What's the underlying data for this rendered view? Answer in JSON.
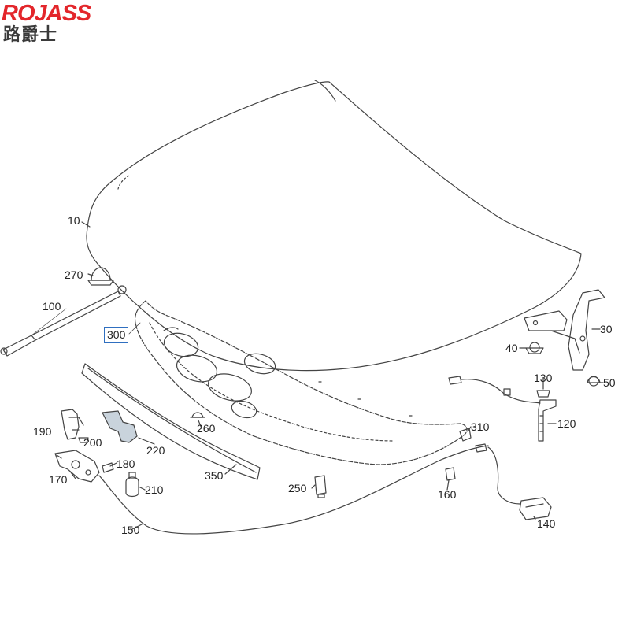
{
  "brand": {
    "name": "ROJASS",
    "subtitle": "路爵士"
  },
  "callouts": [
    {
      "id": "p10",
      "label": "10"
    },
    {
      "id": "p270",
      "label": "270"
    },
    {
      "id": "p100",
      "label": "100"
    },
    {
      "id": "p300",
      "label": "300",
      "highlighted": true
    },
    {
      "id": "p30",
      "label": "30"
    },
    {
      "id": "p40",
      "label": "40"
    },
    {
      "id": "p50",
      "label": "50"
    },
    {
      "id": "p130",
      "label": "130"
    },
    {
      "id": "p120",
      "label": "120"
    },
    {
      "id": "p190",
      "label": "190"
    },
    {
      "id": "p200",
      "label": "200"
    },
    {
      "id": "p220",
      "label": "220"
    },
    {
      "id": "p260",
      "label": "260"
    },
    {
      "id": "p310",
      "label": "310"
    },
    {
      "id": "p170",
      "label": "170"
    },
    {
      "id": "p180",
      "label": "180"
    },
    {
      "id": "p210",
      "label": "210"
    },
    {
      "id": "p350",
      "label": "350"
    },
    {
      "id": "p250",
      "label": "250"
    },
    {
      "id": "p160",
      "label": "160"
    },
    {
      "id": "p150",
      "label": "150"
    },
    {
      "id": "p140",
      "label": "140"
    }
  ],
  "colors": {
    "brand_red": "#e3262b",
    "brand_gray": "#3a3a3a",
    "line": "#444444",
    "highlight_box": "#2f6fc0"
  }
}
